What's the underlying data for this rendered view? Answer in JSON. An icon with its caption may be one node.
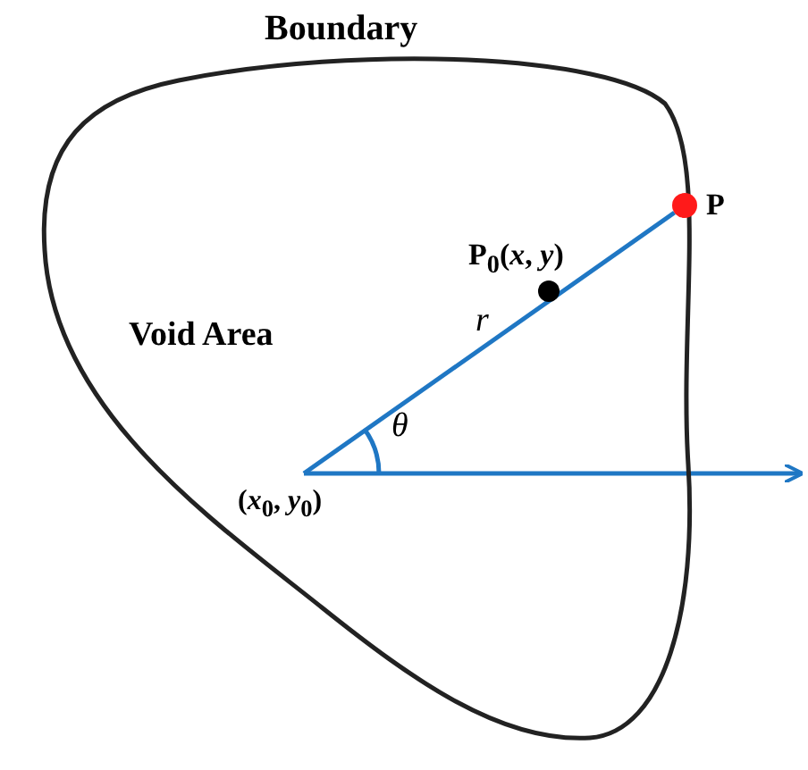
{
  "diagram": {
    "nodes": [
      {
        "text": [
          "Boundary",
          "Void Area"
        ]
      },
      {
        "text": [],
        "shape": "circle",
        "beside": [
          "P"
        ]
      },
      {
        "text": [],
        "shape": "circle",
        "beside": [
          "P$_{0}$(*x*, *y*)"
        ],
        "in": 0
      },
      {
        "text": [
          "(*x*$_{0}$, *y*$_{0}$)"
        ],
        "in": 0
      }
    ],
    "edges": [
      {
        "from": 3,
        "to": 1,
        "arrow": "none",
        "label": "*r*"
      },
      {
        "from": 3,
        "to": null,
        "arrow": "to"
      }
    ],
    "labels": [
      "*θ*"
    ]
  }
}
